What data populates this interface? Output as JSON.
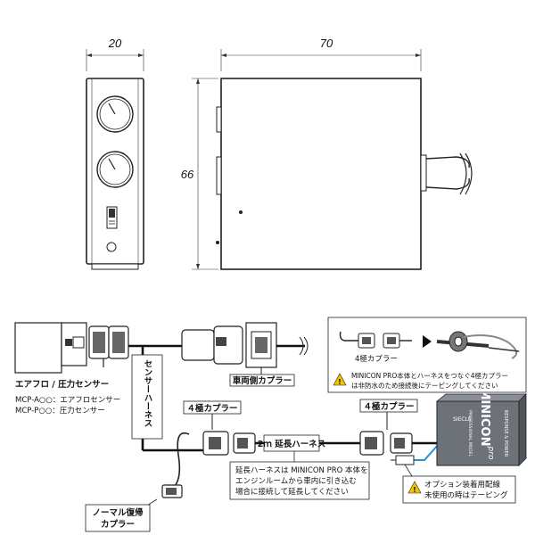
{
  "dimensions": {
    "front_width": "20",
    "side_width": "70",
    "height": "66"
  },
  "wiring": {
    "sensor_title": "エアフロ / 圧力センサー",
    "sensor_line1": "MCP-A○○：エアフロセンサー",
    "sensor_line2": "MCP-P○○：圧力センサー",
    "sensor_harness": "センサーハーネス",
    "vehicle_coupler": "車両側カプラー",
    "coupler_4pin_left": "４極カプラー",
    "coupler_4pin_right": "４極カプラー",
    "extension_harness": "2ｍ 延長ハーネス",
    "extension_note_1": "延長ハーネスは MINICON PRO 本体を",
    "extension_note_2": "エンジンルームから車内に引き込む",
    "extension_note_3": "場合に接続して延長してください",
    "normal_coupler_1": "ノーマル復帰",
    "normal_coupler_2": "カプラー",
    "option_note_1": "オプション装着用配線",
    "option_note_2": "未使用の時はテーピング",
    "inset_coupler": "4極カプラー",
    "inset_note_1": "MINICON PRO本体とハーネスをつなぐ4極カプラー",
    "inset_note_2": "は非防水のため接続後にテーピングしてください",
    "device_brand": "MINICON",
    "device_sub": "RESPONSE & POWER",
    "device_tag": "PROFESSIONAL MODEL",
    "device_maker": "SIECLE",
    "device_pro": "pro"
  }
}
